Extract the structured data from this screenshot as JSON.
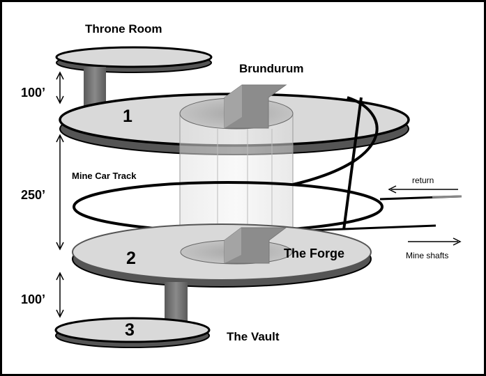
{
  "labels": {
    "throne_room": "Throne Room",
    "brundurum": "Brundurum",
    "level1": "1",
    "level2": "2",
    "level3": "3",
    "mine_car_track": "Mine Car Track",
    "the_forge": "The Forge",
    "the_vault": "The Vault",
    "return": "return",
    "mine_shafts": "Mine shafts"
  },
  "dimensions": {
    "top_gap": "100’",
    "middle_gap": "250’",
    "bottom_gap": "100’"
  },
  "colors": {
    "disc_fill": "#d9d9d9",
    "disc_edge": "#555555",
    "shaft": "#6f6f6f",
    "outline": "#000000"
  }
}
